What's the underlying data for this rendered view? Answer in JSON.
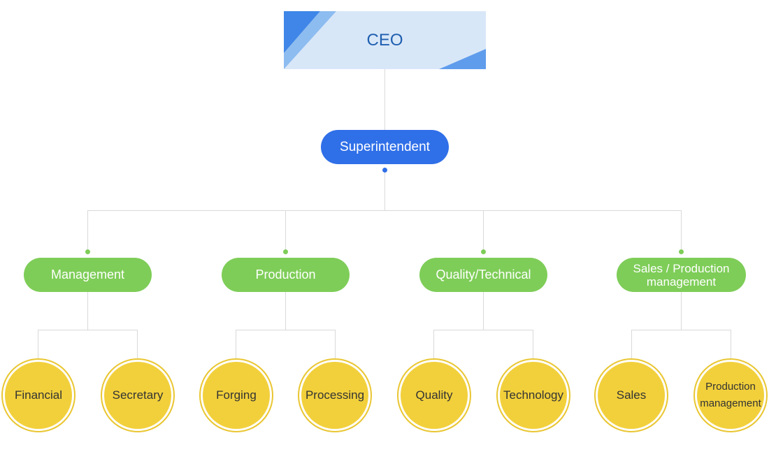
{
  "ceo": {
    "label": "CEO"
  },
  "superintendent": {
    "label": "Superintendent"
  },
  "departments": [
    {
      "label": "Management",
      "units": [
        "Financial",
        "Secretary"
      ]
    },
    {
      "label": "Production",
      "units": [
        "Forging",
        "Processing"
      ]
    },
    {
      "label": "Quality/Technical",
      "units": [
        "Quality",
        "Technology"
      ]
    },
    {
      "label": "Sales / Production\nmanagement",
      "units": [
        "Sales",
        "Production\nmanagement"
      ]
    }
  ],
  "colors": {
    "ceo_bg": "#d8e7f8",
    "ceo_text": "#1f5fb0",
    "superintendent": "#2f6fe8",
    "department": "#7ecd58",
    "unit_fill": "#f2d03b",
    "unit_ring": "#e9c632",
    "connector": "#d9d9d9"
  }
}
